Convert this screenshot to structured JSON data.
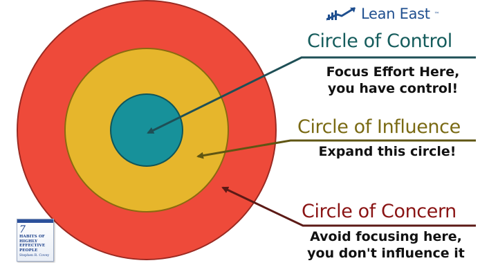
{
  "logo": {
    "text": "Lean East",
    "trademark": "™",
    "mark_color": "#1f4f8f"
  },
  "circles": {
    "control": {
      "title": "Circle of Control",
      "description": [
        "Focus Effort Here,",
        "you have control!"
      ],
      "fill": "#17919a",
      "title_color": "#155c5c"
    },
    "influence": {
      "title": "Circle of Influence",
      "description": [
        "Expand this circle!"
      ],
      "fill": "#e6b62c",
      "title_color": "#7a6a14"
    },
    "concern": {
      "title": "Circle of Concern",
      "description": [
        "Avoid focusing here,",
        "you don't influence it"
      ],
      "fill": "#ee4a3a",
      "title_color": "#8a1414"
    }
  },
  "book": {
    "number": "7",
    "title_lines": [
      "HABITS OF",
      "HIGHLY",
      "EFFECTIVE",
      "PEOPLE"
    ],
    "author": "Stephen R. Covey"
  }
}
